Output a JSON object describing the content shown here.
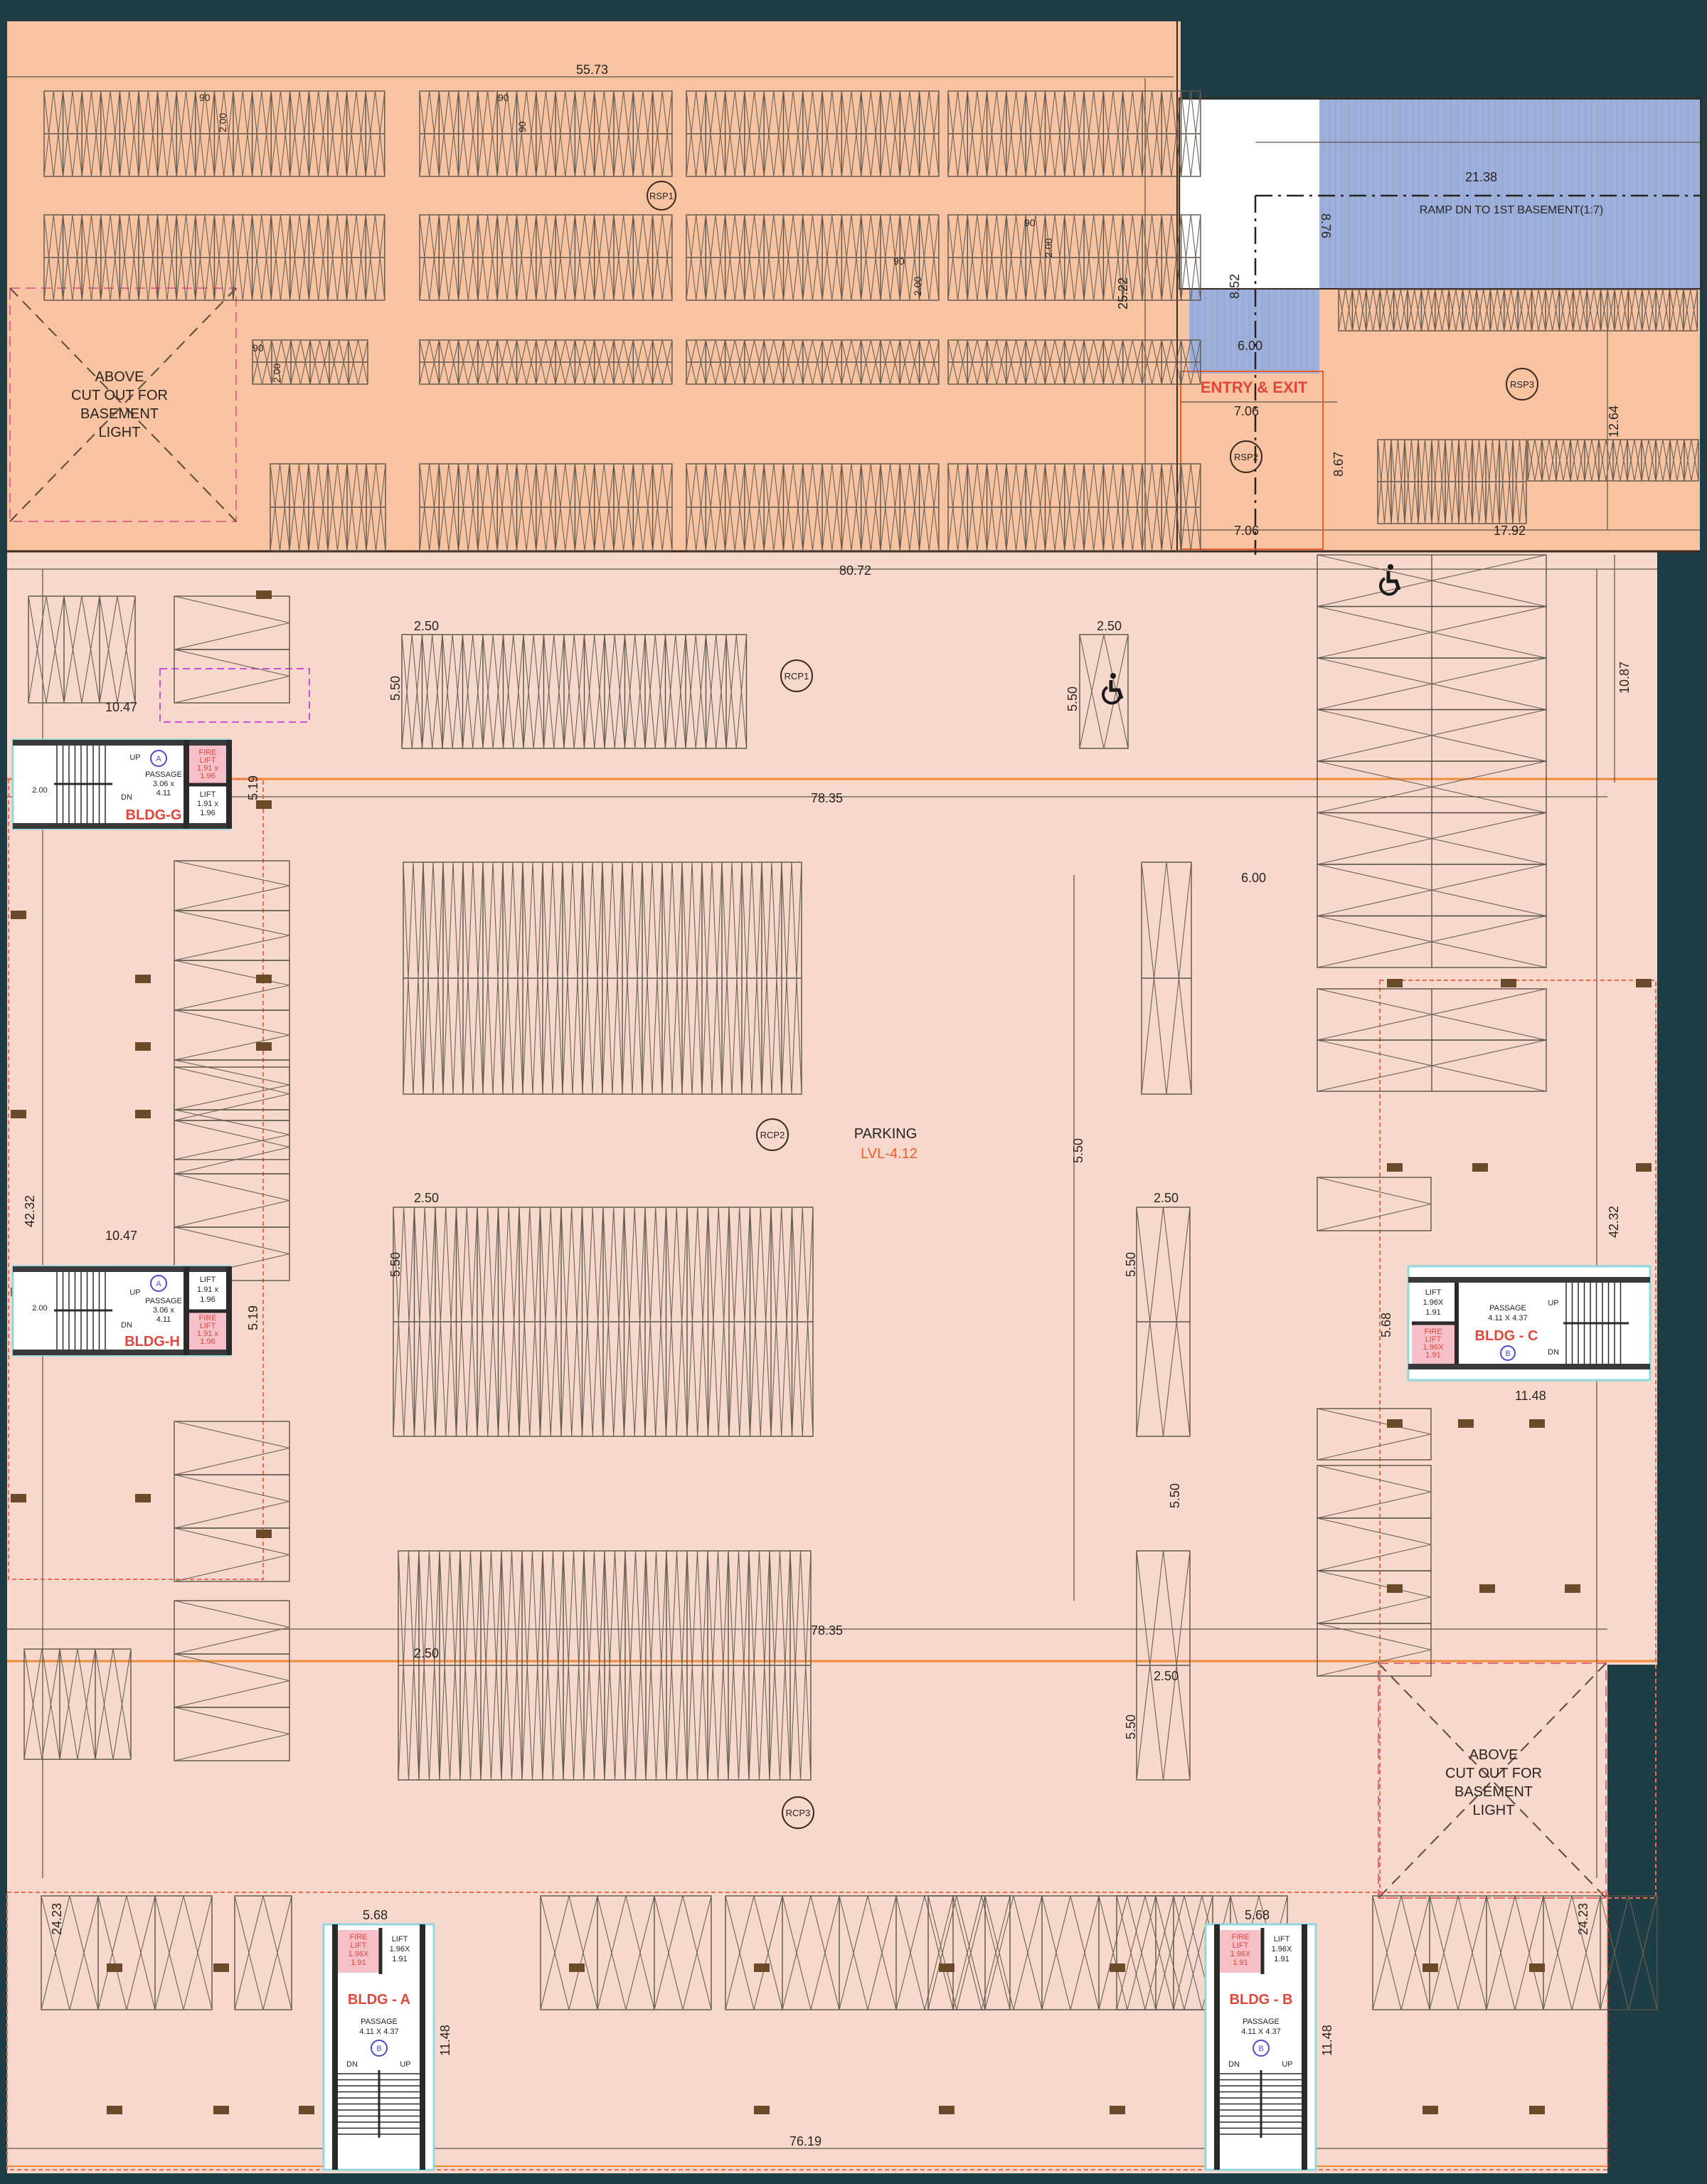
{
  "drawing": {
    "title": "PARKING",
    "level": "LVL-4.12",
    "entry_label": "ENTRY & EXIT",
    "ramp_label": "RAMP DN TO 1ST BASEMENT(1:7)",
    "cutout_label_lines": [
      "ABOVE",
      "CUT OUT FOR",
      "BASEMENT",
      "LIGHT"
    ]
  },
  "zones": {
    "rsp1": "RSP1",
    "rsp2": "RSP2",
    "rsp3": "RSP3",
    "rcp1": "RCP1",
    "rcp2": "RCP2",
    "rcp3": "RCP3"
  },
  "dimensions": {
    "top_width": "55.73",
    "ramp_length": "21.38",
    "ramp_height": "8.76",
    "left_ramp_height": "8.52",
    "ramp_width": "6.00",
    "entry_width_top": "7.06",
    "entry_width_bottom": "7.06",
    "entry_height": "8.67",
    "rsp3_width": "17.92",
    "rsp3_height": "12.64",
    "upper_zone_height": "25.22",
    "mid_width": "80.72",
    "right_zone_height": "10.87",
    "lane_width_1": "78.35",
    "lane_width_2": "78.35",
    "aisle_6": "6.00",
    "aisle_550": "5.50",
    "aisle_550_b": "5.50",
    "bay_width": "2.50",
    "bay_depth": "5.50",
    "left_height": "42.32",
    "right_height": "42.32",
    "bottom_width": "76.19",
    "bottom_left_height": "24.23",
    "bottom_right_height": "24.23",
    "small_bay_w": "90",
    "small_bay_d": "2.00"
  },
  "cores": [
    {
      "id": "bldg-g",
      "name": "BLDG-G",
      "marker": "A",
      "width_dim": "10.47",
      "height_dim": "5.19",
      "passage": [
        "PASSAGE",
        "3.06 x",
        "4.11"
      ],
      "lift": [
        "LIFT",
        "1.91 x",
        "1.96"
      ],
      "fire_lift": [
        "FIRE",
        "LIFT",
        "1.91 x",
        "1.96"
      ],
      "stair_up": "UP",
      "stair_dn": "DN",
      "stair_dim": "2.00"
    },
    {
      "id": "bldg-h",
      "name": "BLDG-H",
      "marker": "A",
      "width_dim": "10.47",
      "height_dim": "5.19",
      "passage": [
        "PASSAGE",
        "3.06 x",
        "4.11"
      ],
      "lift": [
        "LIFT",
        "1.91 x",
        "1.96"
      ],
      "fire_lift": [
        "FIRE",
        "LIFT",
        "1.91 x",
        "1.96"
      ],
      "stair_up": "UP",
      "stair_dn": "DN",
      "stair_dim": "2.00"
    },
    {
      "id": "bldg-c",
      "name": "BLDG - C",
      "marker": "B",
      "width_dim": "11.48",
      "height_dim": "5.68",
      "passage": [
        "PASSAGE",
        "4.11 X 4.37"
      ],
      "lift": [
        "LIFT",
        "1.96X",
        "1.91"
      ],
      "fire_lift": [
        "FIRE",
        "LIFT",
        "1.96X",
        "1.91"
      ],
      "stair_up": "UP",
      "stair_dn": "DN"
    },
    {
      "id": "bldg-a",
      "name": "BLDG - A",
      "marker": "B",
      "width_dim": "5.68",
      "height_dim": "11.48",
      "passage": [
        "PASSAGE",
        "4.11 X 4.37"
      ],
      "lift": [
        "LIFT",
        "1.96X",
        "1.91"
      ],
      "fire_lift": [
        "FIRE",
        "LIFT",
        "1.96X",
        "1.91"
      ],
      "stair_up": "UP",
      "stair_dn": "DN"
    },
    {
      "id": "bldg-b",
      "name": "BLDG - B",
      "marker": "B",
      "width_dim": "5.68",
      "height_dim": "11.48",
      "passage": [
        "PASSAGE",
        "4.11 X 4.37"
      ],
      "lift": [
        "LIFT",
        "1.96X",
        "1.91"
      ],
      "fire_lift": [
        "FIRE",
        "LIFT",
        "1.96X",
        "1.91"
      ],
      "stair_up": "UP",
      "stair_dn": "DN"
    }
  ],
  "icons": {
    "accessible_parking": "wheelchair-icon"
  },
  "colors": {
    "background": "#1f3d45",
    "upper_zone": "#f7c3a0",
    "lower_zone": "#f6d8cc",
    "ramp": "#9eb0da",
    "accent_red": "#e0463a",
    "accent_orange": "#ee5a2a",
    "core_fill": "#ffffff",
    "core_outline": "#8fd8df"
  }
}
